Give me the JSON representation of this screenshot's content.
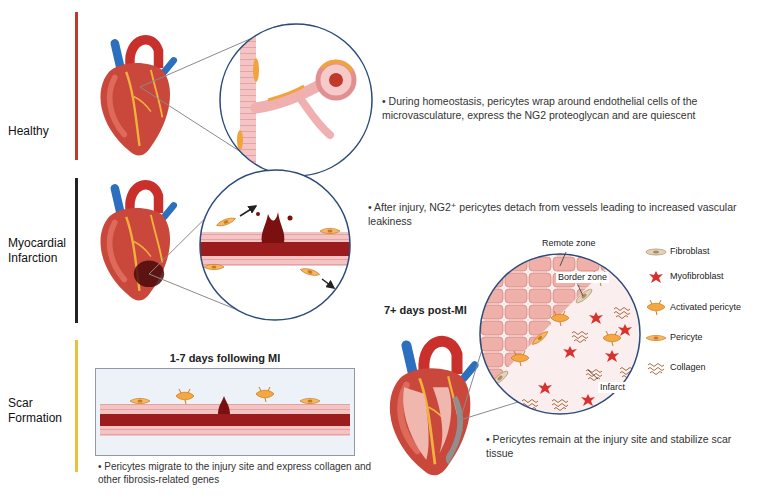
{
  "diagram": {
    "nodes": [
      {
        "text": [
          "1-7 days following MI"
        ]
      }
    ],
    "labels": [
      "Healthy",
      "• During homeostasis, pericytes wrap around endothelial cells of the microvasculature, express the NG2 proteoglycan and are quiescent",
      "Myocardial Infarction",
      "• After injury, NG2⁺ pericytes detach from vessels leading to increased vascular leakiness",
      "Scar Formation",
      "• Pericytes migrate to the injury site and express collagen and other fibrosis-related genes",
      "7+ days post-MI",
      "Remote zone",
      "Border zone",
      "Infarct",
      "• Pericytes remain at the injury site and stabilize scar tissue"
    ],
    "legend": [
      {
        "text": "Fibroblast"
      },
      {
        "text": "Myofibroblast"
      },
      {
        "text": "Activated pericyte"
      },
      {
        "text": "Pericyte"
      },
      {
        "text": "Collagen"
      }
    ]
  }
}
